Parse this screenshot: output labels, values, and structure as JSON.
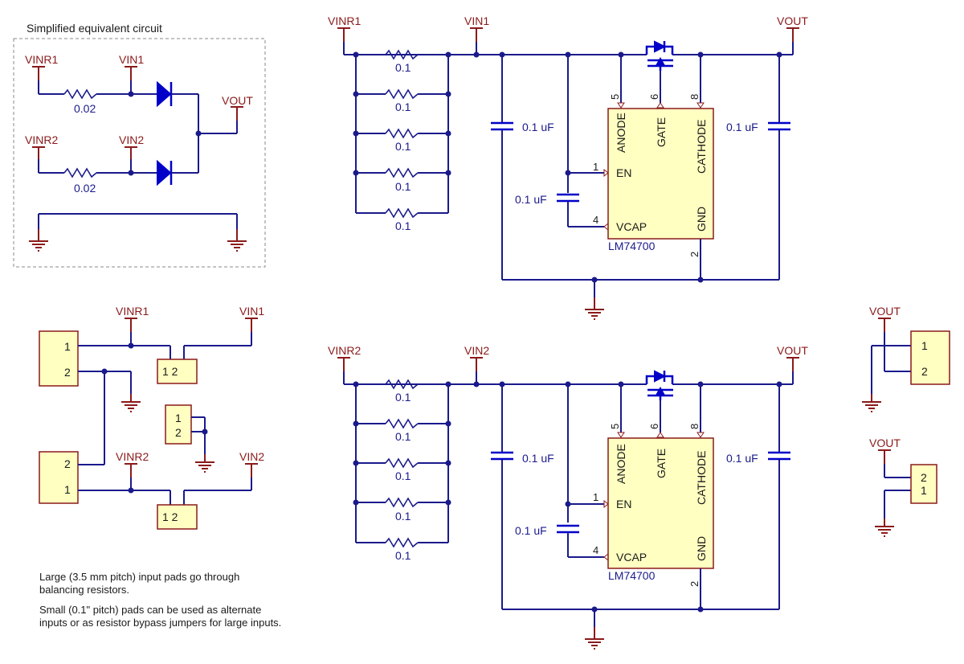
{
  "equiv": {
    "title": "Simplified equivalent circuit",
    "vinr1": "VINR1",
    "vin1": "VIN1",
    "vinr2": "VINR2",
    "vin2": "VIN2",
    "vout": "VOUT",
    "r1": "0.02",
    "r2": "0.02"
  },
  "connectors": {
    "vinr1": "VINR1",
    "vin1": "VIN1",
    "vinr2": "VINR2",
    "vin2": "VIN2",
    "pin1": "1",
    "pin2": "2",
    "pads": "1 2"
  },
  "top_circuit": {
    "in_label": "VINR1",
    "mid_label": "VIN1",
    "out_label": "VOUT",
    "resistors": [
      "0.1",
      "0.1",
      "0.1",
      "0.1",
      "0.1"
    ],
    "cap_in": "0.1 uF",
    "cap_vcap": "0.1 uF",
    "cap_out": "0.1 uF",
    "ic_name": "LM74700",
    "pins": {
      "anode": "ANODE",
      "gate": "GATE",
      "cathode": "CATHODE",
      "en": "EN",
      "vcap": "VCAP",
      "gnd": "GND"
    },
    "pin_nums": {
      "anode": "5",
      "gate": "6",
      "cathode": "8",
      "en": "1",
      "vcap": "4",
      "gnd": "2"
    }
  },
  "bottom_circuit": {
    "in_label": "VINR2",
    "mid_label": "VIN2",
    "out_label": "VOUT",
    "resistors": [
      "0.1",
      "0.1",
      "0.1",
      "0.1",
      "0.1"
    ],
    "cap_in": "0.1 uF",
    "cap_vcap": "0.1 uF",
    "cap_out": "0.1 uF",
    "ic_name": "LM74700",
    "pins": {
      "anode": "ANODE",
      "gate": "GATE",
      "cathode": "CATHODE",
      "en": "EN",
      "vcap": "VCAP",
      "gnd": "GND"
    },
    "pin_nums": {
      "anode": "5",
      "gate": "6",
      "cathode": "8",
      "en": "1",
      "vcap": "4",
      "gnd": "2"
    }
  },
  "vout_conn": {
    "top": "VOUT",
    "bottom": "VOUT",
    "p1": "1",
    "p2": "2"
  },
  "notes": {
    "line1": "Large (3.5 mm pitch) input pads go through",
    "line2": "balancing resistors.",
    "line3": "Small (0.1\" pitch) pads can be used as alternate",
    "line4": "inputs or as resistor bypass jumpers for large inputs."
  }
}
